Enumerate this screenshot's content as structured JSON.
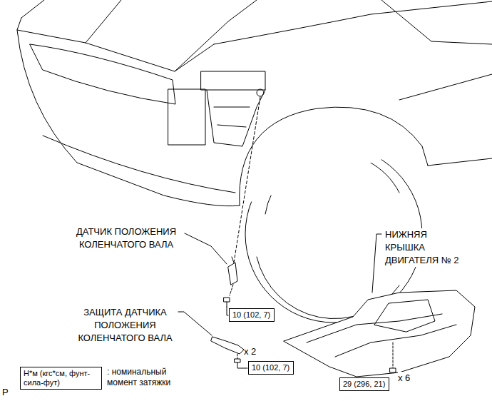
{
  "diagram": {
    "nodes": [
      {
        "text": [
          "10 (102, 7)"
        ]
      },
      {
        "text": [
          "10 (102, 7)"
        ]
      },
      {
        "text": [
          "Н*м (кгс*см, фунт-сила-фут)"
        ]
      },
      {
        "text": [
          "29 (296, 21)"
        ]
      }
    ],
    "labels": [
      "ДАТЧИК ПОЛОЖЕНИЯ КОЛЕНЧАТОГО ВАЛА",
      "НИЖНЯЯ КРЫШКА ДВИГАТЕЛЯ № 2",
      "ЗАЩИТА ДАТЧИКА ПОЛОЖЕНИЯ КОЛЕНЧАТОГО ВАЛА",
      "x 2",
      ": номинальный момент затяжки",
      "x 6",
      "P"
    ]
  }
}
